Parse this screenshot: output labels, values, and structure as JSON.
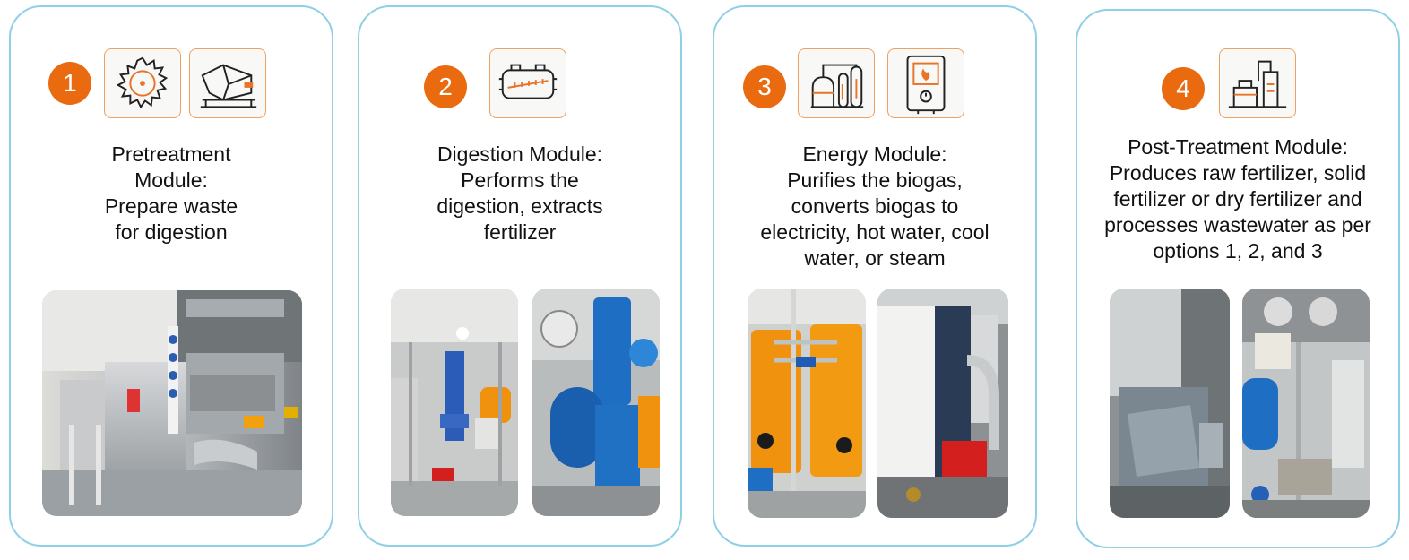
{
  "modules": [
    {
      "number": "1",
      "description_lines": [
        "Pretreatment",
        "Module:",
        "Prepare waste",
        "for digestion"
      ],
      "icons": [
        "shredder-blade-icon",
        "waste-feeder-machine-icon"
      ],
      "photos": [
        "pretreatment-equipment-photo"
      ]
    },
    {
      "number": "2",
      "description_lines": [
        "Digestion Module:",
        "Performs the",
        "digestion, extracts",
        "fertilizer"
      ],
      "icons": [
        "digester-tank-icon"
      ],
      "photos": [
        "digestion-room-photo",
        "digestion-pump-photo"
      ]
    },
    {
      "number": "3",
      "description_lines": [
        "Energy Module:",
        "Purifies the biogas,",
        "converts biogas to",
        "electricity, hot water, cool",
        "water, or steam"
      ],
      "icons": [
        "biogas-plant-icon",
        "boiler-flame-icon"
      ],
      "photos": [
        "gas-purification-tanks-photo",
        "boiler-burner-photo"
      ]
    },
    {
      "number": "4",
      "description_lines": [
        "Post-Treatment Module:",
        "Produces raw fertilizer, solid",
        "fertilizer or dry fertilizer and",
        "processes wastewater as per",
        "options 1, 2, and 3"
      ],
      "icons": [
        "treatment-facility-icon"
      ],
      "photos": [
        "dewatering-unit-photo",
        "wastewater-pipework-photo"
      ]
    }
  ],
  "colors": {
    "card_border": "#8fd0e6",
    "number_badge": "#ea6a10",
    "icon_border": "#f0a060",
    "icon_accent": "#e8742a",
    "equipment_orange": "#f0920e",
    "equipment_blue": "#1e6fc4",
    "equipment_red": "#d41f1f"
  }
}
